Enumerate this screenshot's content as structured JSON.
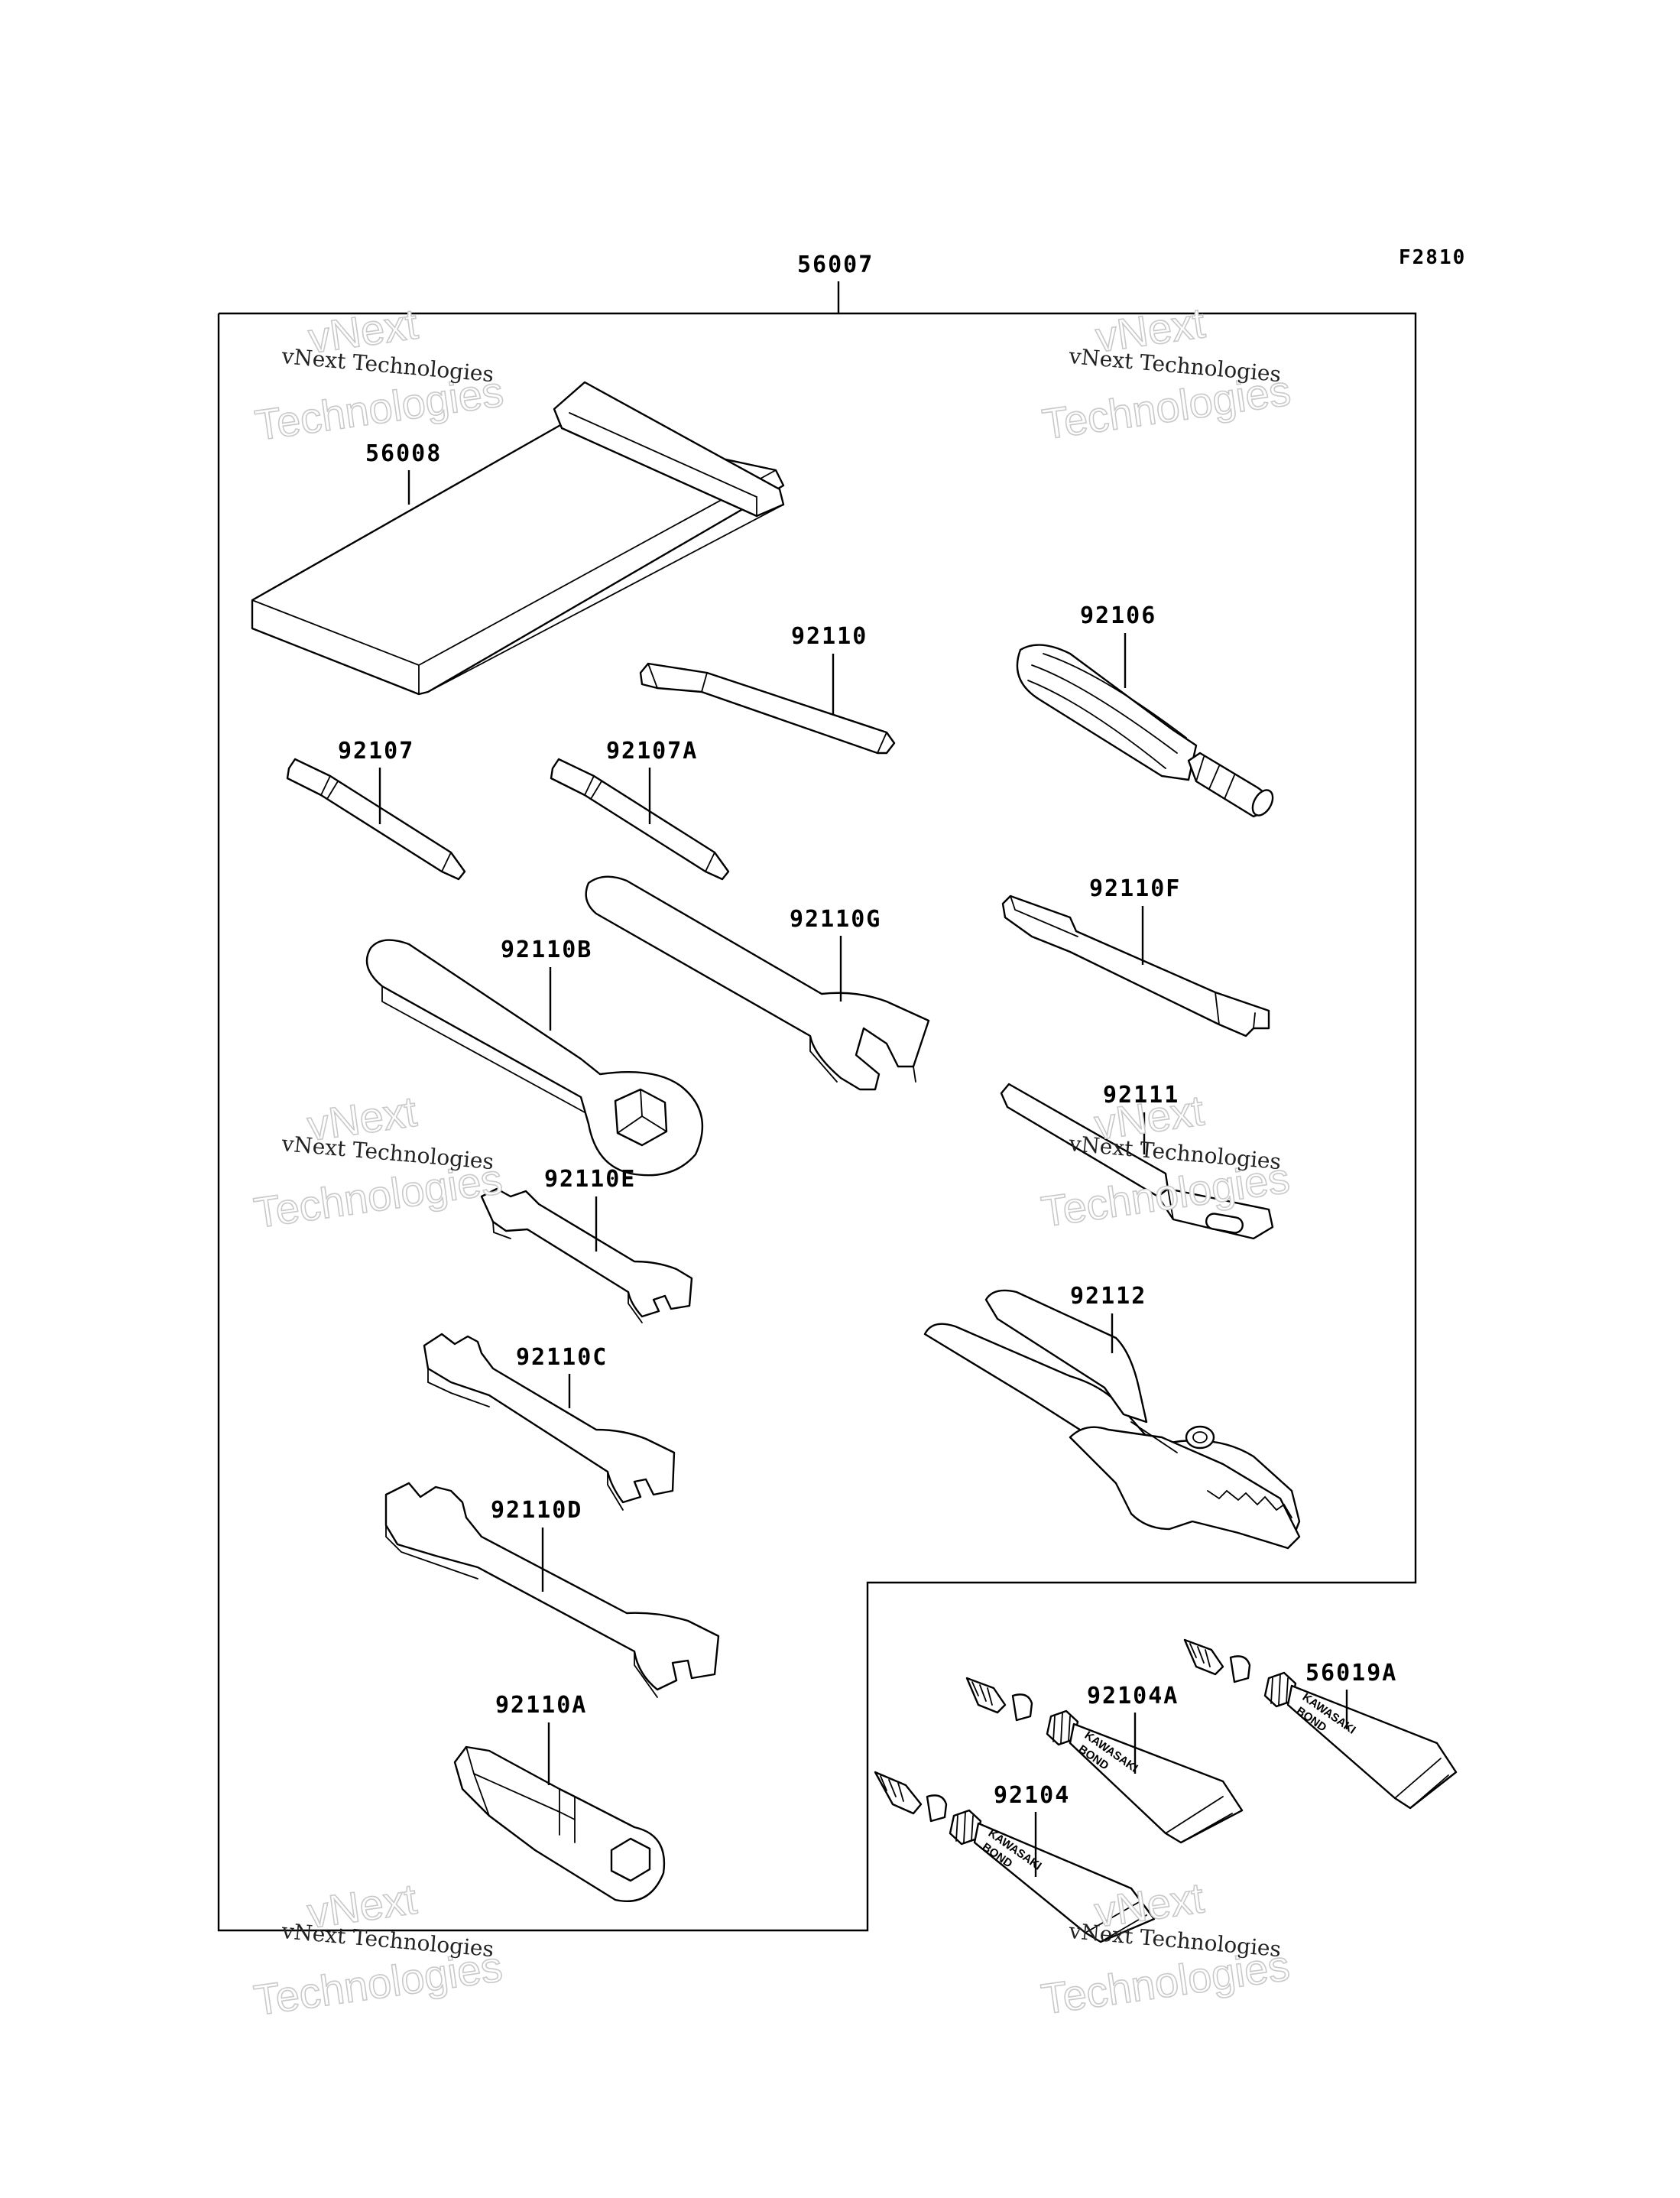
{
  "figure": {
    "code": "F2810"
  },
  "kit": {
    "part_number": "56007"
  },
  "parts": {
    "tool_bag": "56008",
    "hex_key": "92110",
    "screwdriver_handle": "92106",
    "screwdriver_bit": "92107",
    "screwdriver_bit_a": "92107A",
    "wrench_g": "92110G",
    "spanner_f": "92110F",
    "box_wrench_b": "92110B",
    "extension_bar": "92111",
    "wrench_e": "92110E",
    "pliers": "92112",
    "wrench_c": "92110C",
    "wrench_d": "92110D",
    "plug_wrench_a": "92110A",
    "bond_a": "92104A",
    "bond_56019a": "56019A",
    "bond": "92104"
  },
  "tube_print": {
    "brand": "KAWASAKI",
    "product": "BOND"
  },
  "watermark": {
    "line1": "vNext",
    "line2": "vNext Technologies",
    "line3": "Technologies"
  }
}
